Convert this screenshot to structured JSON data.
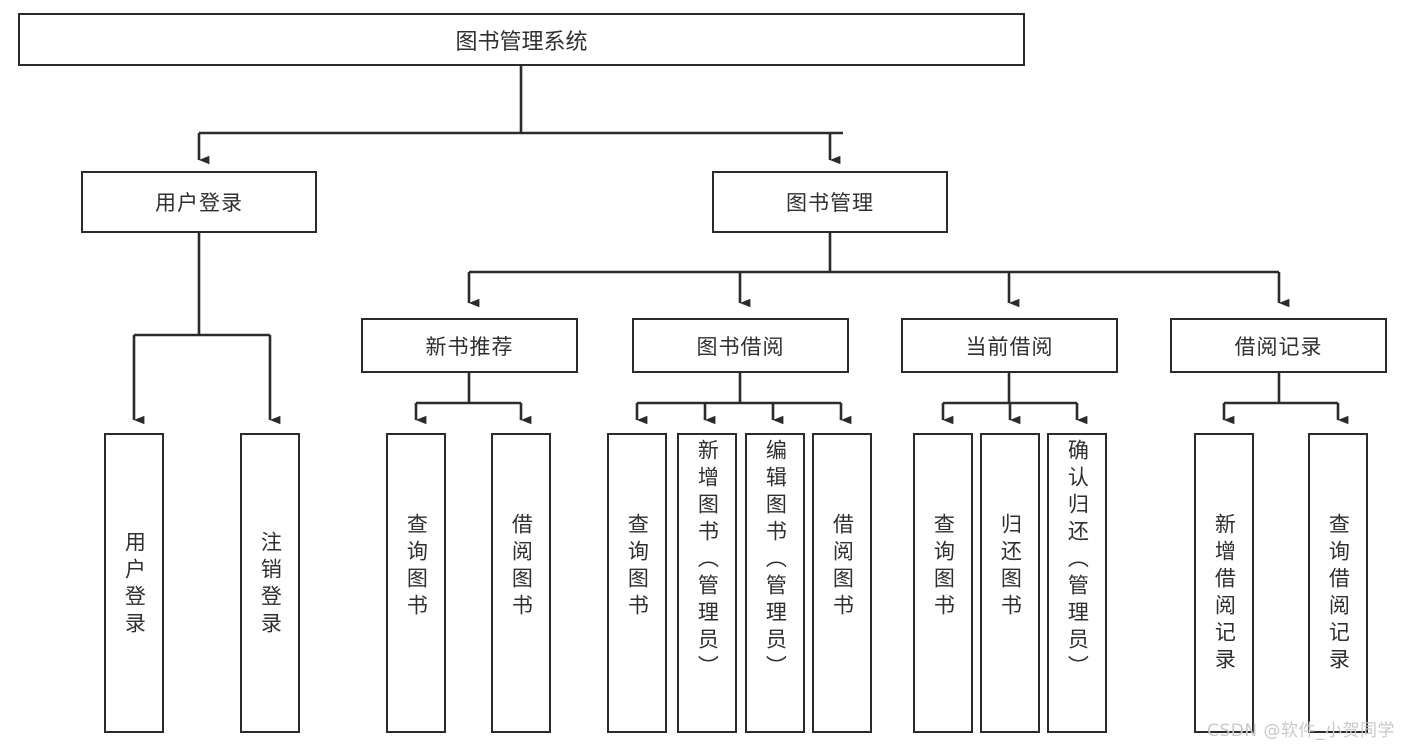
{
  "diagram": {
    "title": "图书管理系统",
    "type": "tree-hierarchy",
    "root": {
      "label": "图书管理系统"
    },
    "level2": [
      {
        "label": "用户登录"
      },
      {
        "label": "图书管理"
      }
    ],
    "level3": [
      {
        "label": "新书推荐"
      },
      {
        "label": "图书借阅"
      },
      {
        "label": "当前借阅"
      },
      {
        "label": "借阅记录"
      }
    ],
    "leaves": {
      "user_login": [
        {
          "label": "用户登录"
        },
        {
          "label": "注销登录"
        }
      ],
      "new_book_recommend": [
        {
          "label": "查询图书"
        },
        {
          "label": "借阅图书"
        }
      ],
      "book_borrow": [
        {
          "label": "查询图书"
        },
        {
          "label": "新增图书（管理员）"
        },
        {
          "label": "编辑图书（管理员）"
        },
        {
          "label": "借阅图书"
        }
      ],
      "current_borrow": [
        {
          "label": "查询图书"
        },
        {
          "label": "归还图书"
        },
        {
          "label": "确认归还（管理员）"
        }
      ],
      "borrow_record": [
        {
          "label": "新增借阅记录"
        },
        {
          "label": "查询借阅记录"
        }
      ]
    }
  },
  "watermark": {
    "text": "CSDN @软件_小贺同学"
  },
  "colors": {
    "stroke": "#2b2b2b",
    "text": "#2f2f2f",
    "background": "#ffffff",
    "watermark": "#c9c9c9"
  }
}
